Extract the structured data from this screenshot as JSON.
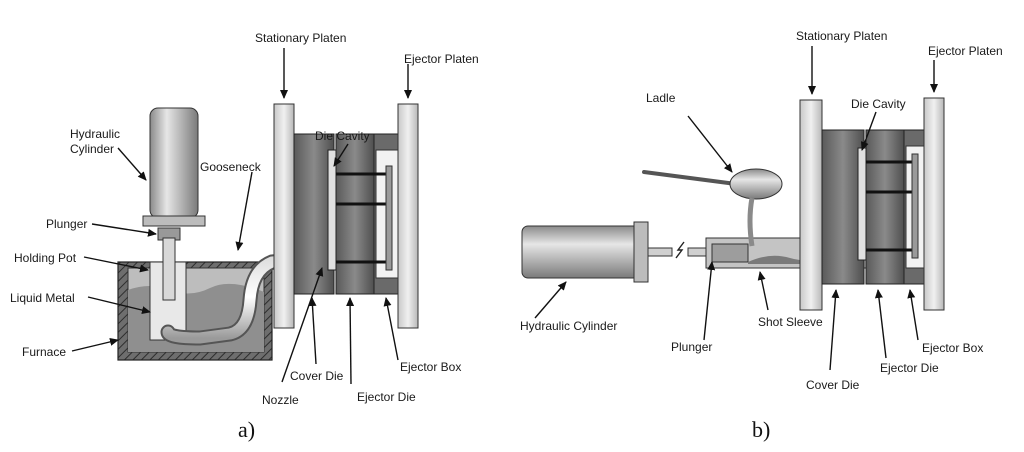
{
  "panel_a": {
    "labels": {
      "stationary_platen": "Stationary Platen",
      "ejector_platen": "Ejector Platen",
      "hydraulic_cylinder_line1": "Hydraulic",
      "hydraulic_cylinder_line2": "Cylinder",
      "gooseneck": "Gooseneck",
      "die_cavity": "Die Cavity",
      "plunger": "Plunger",
      "holding_pot": "Holding Pot",
      "liquid_metal": "Liquid Metal",
      "furnace": "Furnace",
      "cover_die": "Cover Die",
      "nozzle": "Nozzle",
      "ejector_die": "Ejector Die",
      "ejector_box": "Ejector Box"
    },
    "caption": "a)"
  },
  "panel_b": {
    "labels": {
      "stationary_platen": "Stationary Platen",
      "ejector_platen": "Ejector Platen",
      "ladle": "Ladle",
      "die_cavity": "Die Cavity",
      "hydraulic_cylinder": "Hydraulic Cylinder",
      "shot_sleeve": "Shot Sleeve",
      "plunger": "Plunger",
      "cover_die": "Cover Die",
      "ejector_die": "Ejector Die",
      "ejector_box": "Ejector Box"
    },
    "caption": "b)"
  }
}
